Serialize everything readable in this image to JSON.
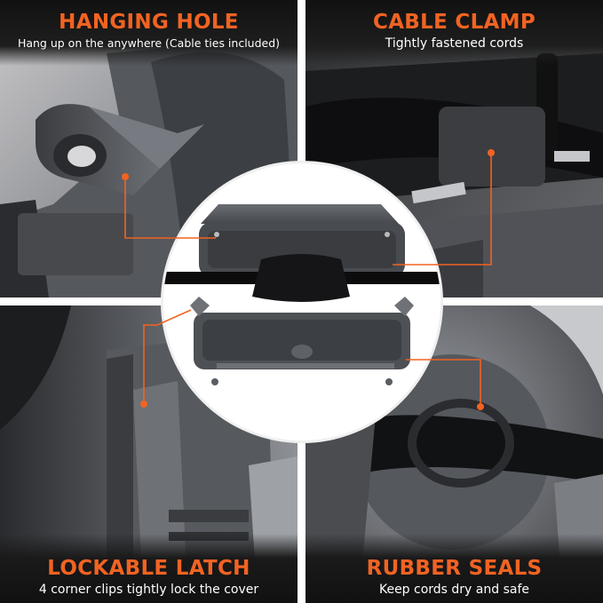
{
  "features": [
    {
      "id": "hanging-hole",
      "title": "HANGING HOLE",
      "subtitle": "Hang up on the anywhere (Cable ties included)"
    },
    {
      "id": "cable-clamp",
      "title": "CABLE CLAMP",
      "subtitle": "Tightly fastened cords"
    },
    {
      "id": "lockable-latch",
      "title": "LOCKABLE LATCH",
      "subtitle": "4 corner clips tightly lock the cover"
    },
    {
      "id": "rubber-seals",
      "title": "RUBBER SEALS",
      "subtitle": "Keep cords dry and safe"
    }
  ],
  "colors": {
    "accent": "#f26322",
    "band": "#151515",
    "product": "#4a4d52"
  }
}
